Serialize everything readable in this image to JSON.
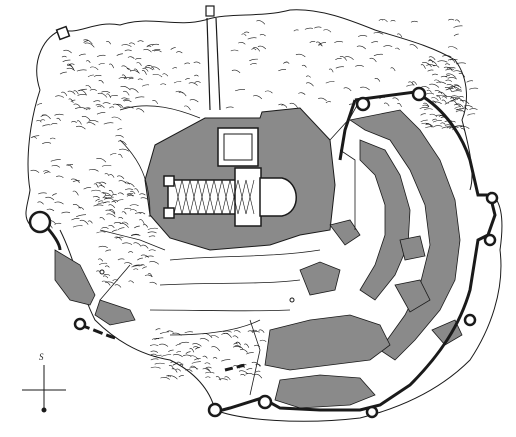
{
  "map": {
    "colors": {
      "ink": "#1a1a1a",
      "fill_gray": "#8a8a8a",
      "paper": "#ffffff"
    },
    "compass": {
      "letter": "S",
      "icon": "compass-cross-icon"
    },
    "features": [
      "cliff-hatching",
      "ravine-path",
      "cathedral",
      "cloister",
      "town-blocks",
      "ramparts",
      "towers"
    ]
  }
}
